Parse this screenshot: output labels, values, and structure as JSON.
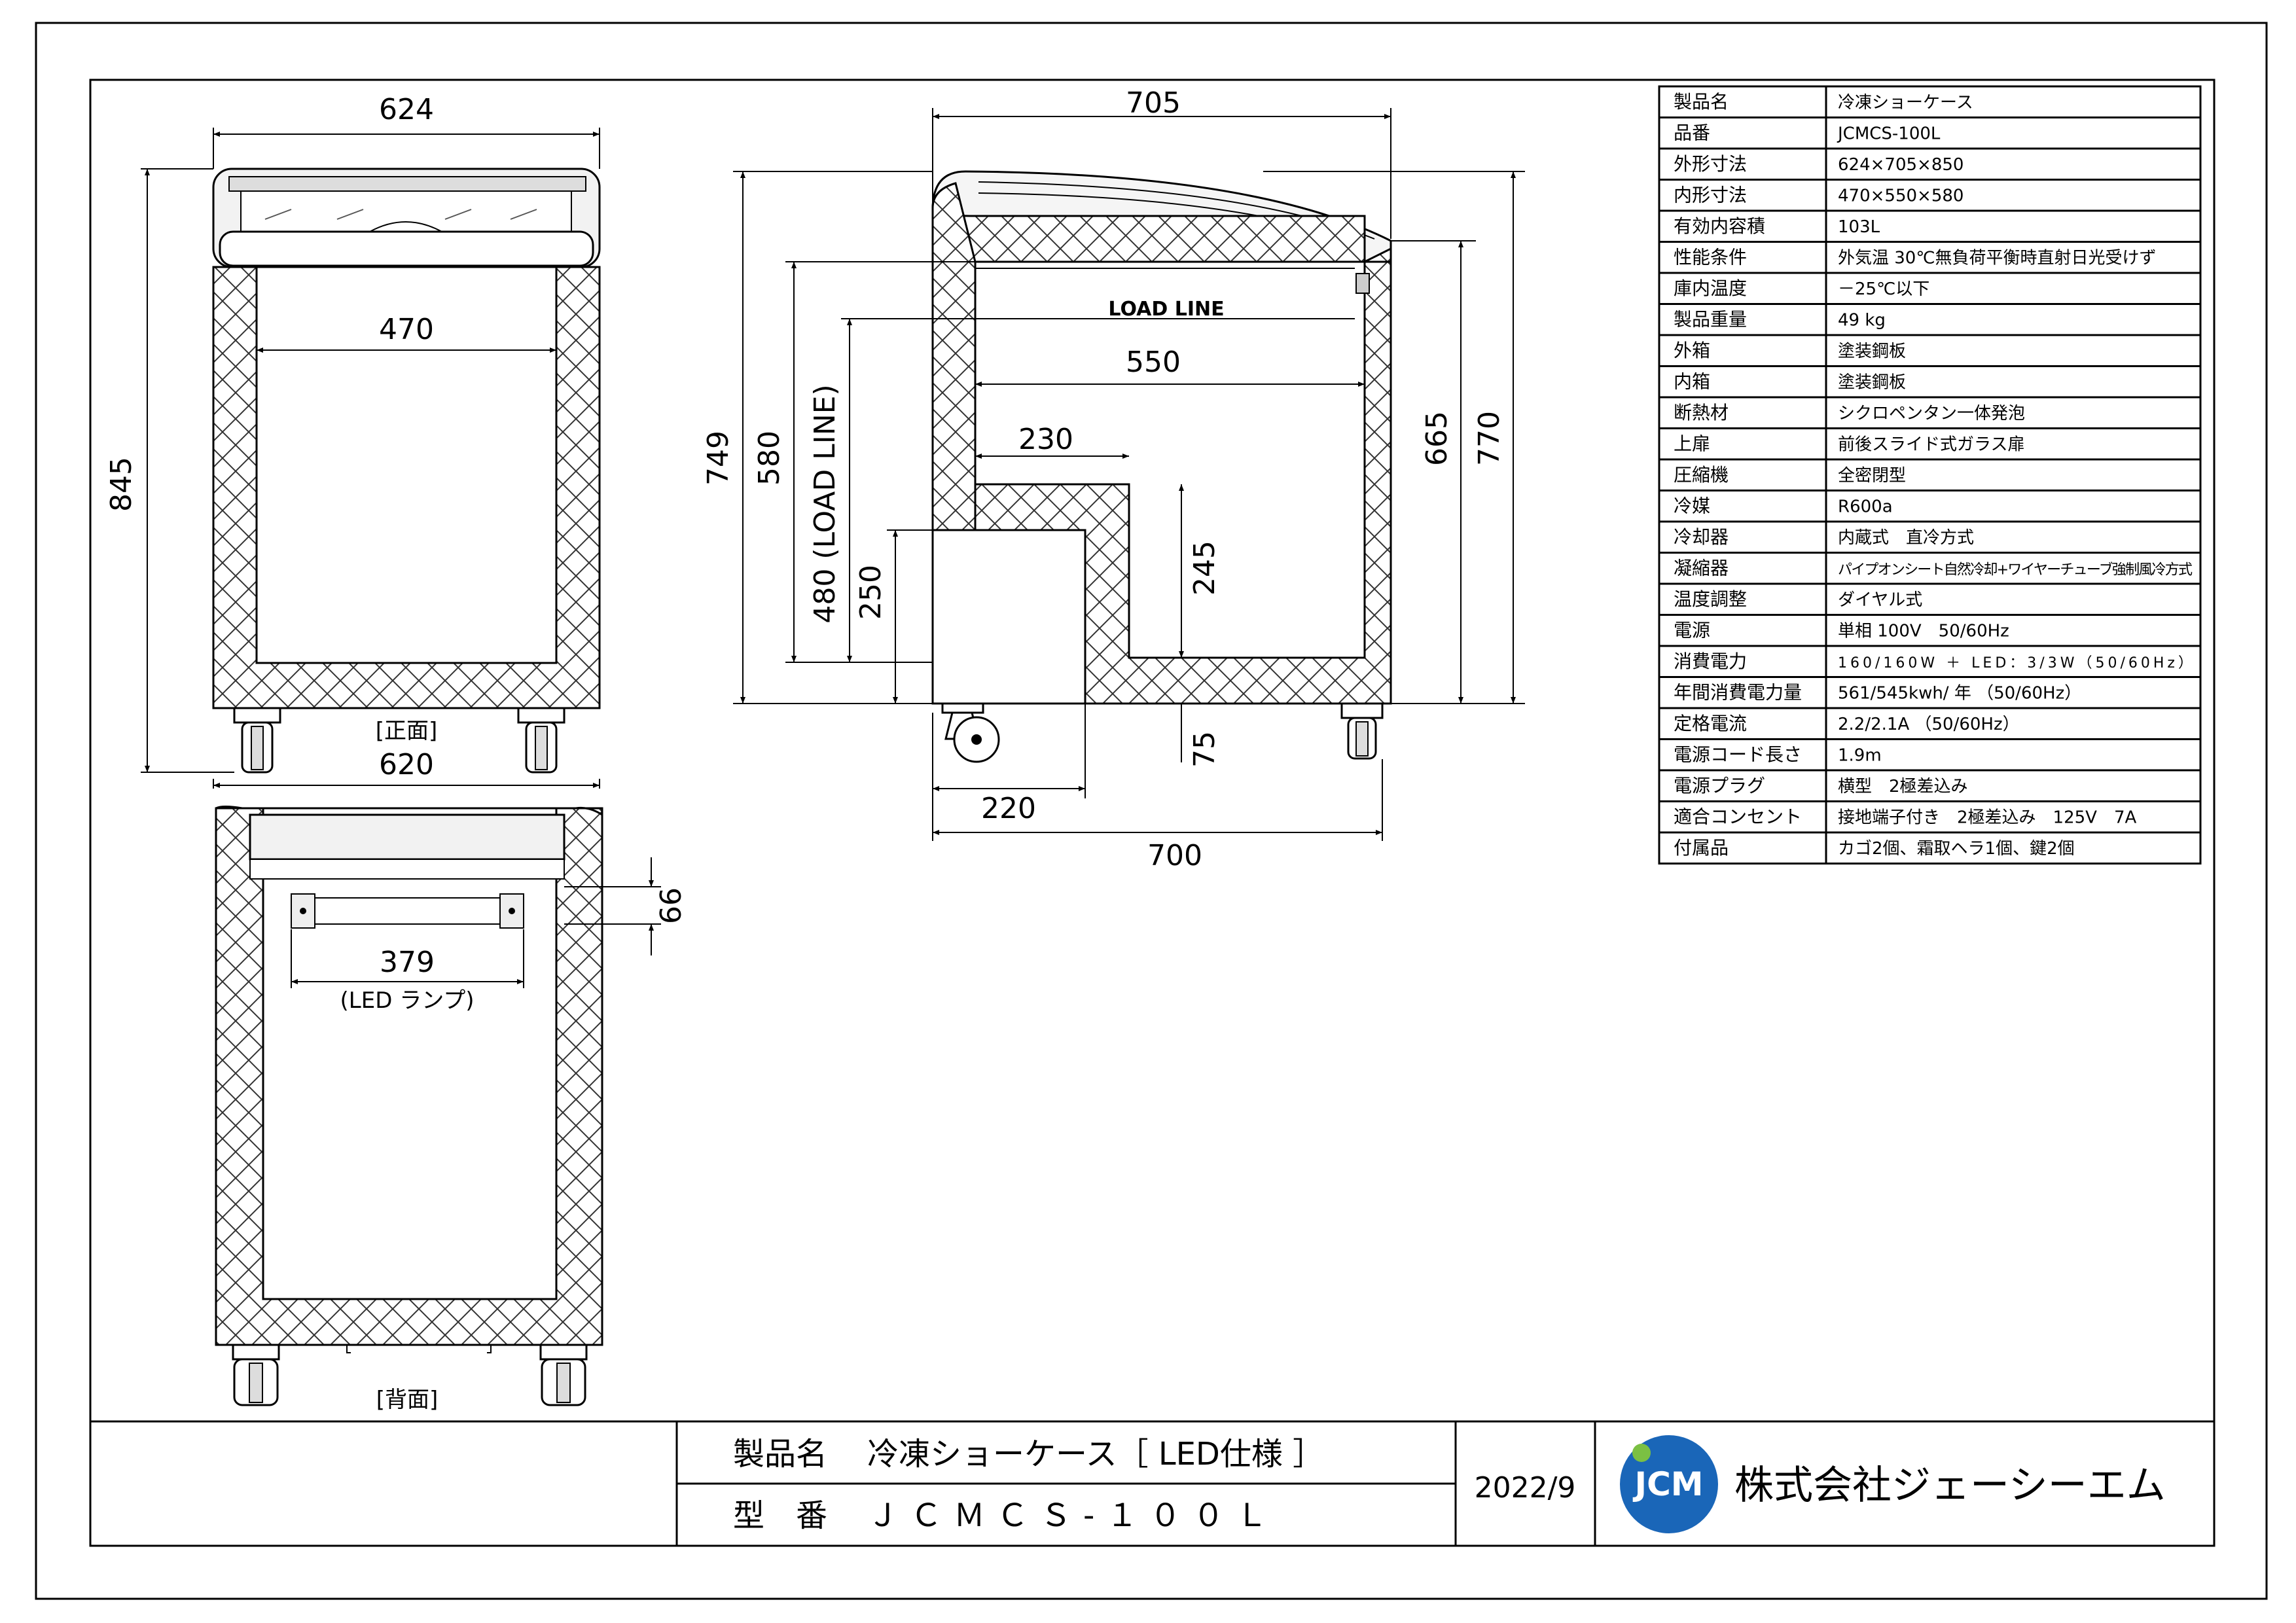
{
  "front_view": {
    "caption": "[正面]",
    "dims": {
      "width_top": "624",
      "inner_width": "470",
      "height": "845",
      "base_width": "620"
    }
  },
  "back_view": {
    "caption": "[背面]",
    "dims": {
      "lamp_width": "379",
      "lamp_label": "(LED ランプ)",
      "lamp_offset": "66"
    }
  },
  "side_view": {
    "load_line": "LOAD LINE",
    "dims": {
      "depth_top": "705",
      "inner_depth": "550",
      "step_depth": "230",
      "h749": "749",
      "h580": "580",
      "h480": "480 (LOAD LINE)",
      "h250": "250",
      "h245": "245",
      "h75": "75",
      "h665": "665",
      "h770": "770",
      "base_220": "220",
      "base_700": "700"
    }
  },
  "spec_table": {
    "rows": [
      {
        "label": "製品名",
        "value": "冷凍ショーケース"
      },
      {
        "label": "品番",
        "value": "JCMCS-100L"
      },
      {
        "label": "外形寸法",
        "value": "624×705×850"
      },
      {
        "label": "内形寸法",
        "value": "470×550×580"
      },
      {
        "label": "有効内容積",
        "value": "103L"
      },
      {
        "label": "性能条件",
        "value": "外気温 30℃無負荷平衡時直射日光受けず"
      },
      {
        "label": "庫内温度",
        "value": "－25℃以下"
      },
      {
        "label": "製品重量",
        "value": "49 kg"
      },
      {
        "label": "外箱",
        "value": "塗装鋼板"
      },
      {
        "label": "内箱",
        "value": "塗装鋼板"
      },
      {
        "label": "断熱材",
        "value": "シクロペンタン一体発泡"
      },
      {
        "label": "上扉",
        "value": "前後スライド式ガラス扉"
      },
      {
        "label": "圧縮機",
        "value": "全密閉型"
      },
      {
        "label": "冷媒",
        "value": "R600a"
      },
      {
        "label": "冷却器",
        "value": "内蔵式　直冷方式"
      },
      {
        "label": "凝縮器",
        "value": "パイプオンシート自然冷却+ワイヤーチューブ強制風冷方式"
      },
      {
        "label": "温度調整",
        "value": "ダイヤル式"
      },
      {
        "label": "電源",
        "value": "単相 100V　50/60Hz"
      },
      {
        "label": "消費電力",
        "value": "160/160W ＋ LED：3/3W（50/60Hz）"
      },
      {
        "label": "年間消費電力量",
        "value": "561/545kwh/ 年 （50/60Hz）"
      },
      {
        "label": "定格電流",
        "value": "2.2/2.1A （50/60Hz）"
      },
      {
        "label": "電源コード長さ",
        "value": "1.9m"
      },
      {
        "label": "電源プラグ",
        "value": "横型　2極差込み"
      },
      {
        "label": "適合コンセント",
        "value": "接地端子付き　2極差込み　125V　7A"
      },
      {
        "label": "付属品",
        "value": "カゴ2個、霜取ヘラ1個、鍵2個"
      }
    ]
  },
  "title_block": {
    "name_label": "製品名",
    "name_value": "冷凍ショーケース［ LED仕様 ］",
    "model_label": "型　番",
    "model_value": "ＪＣＭＣＳ-１００Ｌ",
    "date": "2022/9",
    "logo_text": "JCM",
    "company": "株式会社ジェーシーエム"
  }
}
